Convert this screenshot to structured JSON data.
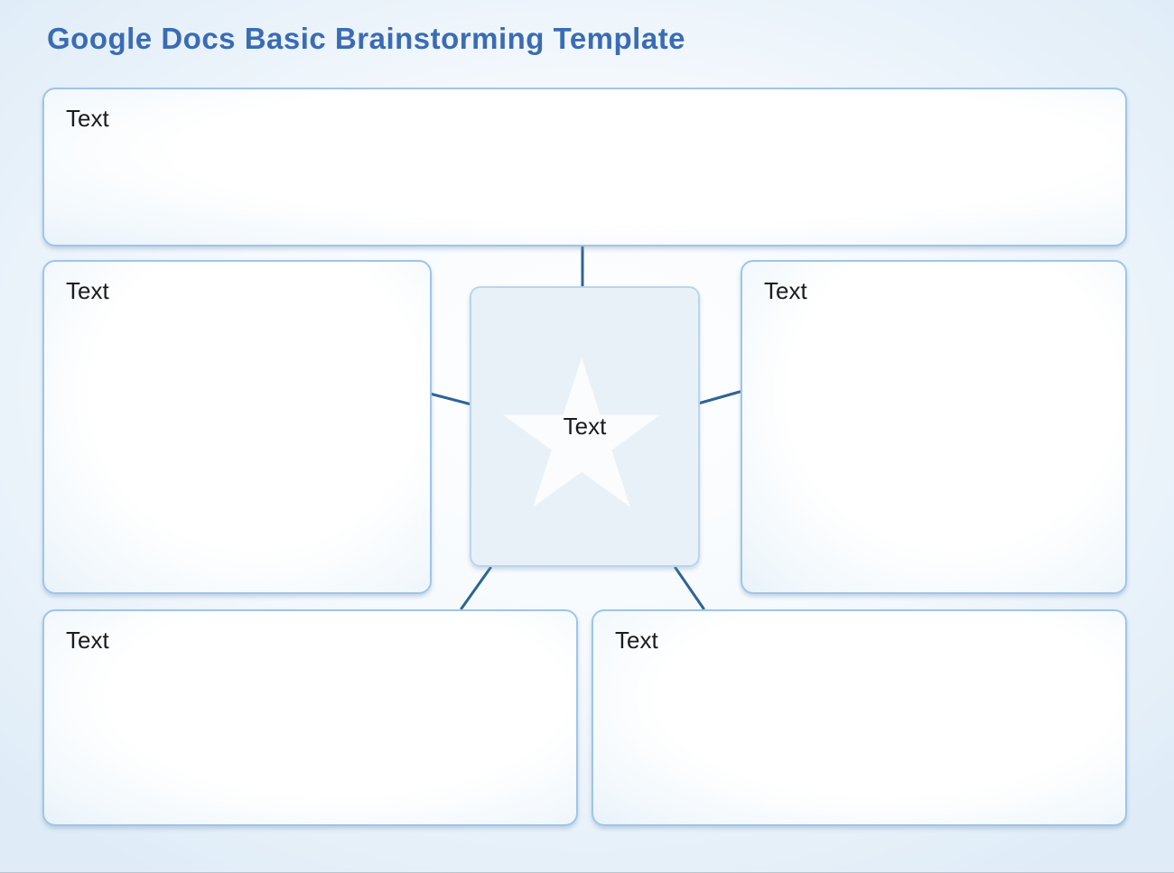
{
  "title": "Google Docs Basic Brainstorming Template",
  "colors": {
    "title": "#3a6cb4",
    "node_border": "#9fc5e8",
    "center_fill": "#e9f1f8",
    "connector": "#2e6394",
    "background_edge": "#dfecf7",
    "star": "#fbfdfe"
  },
  "diagram": {
    "center": {
      "label": "Text"
    },
    "nodes": [
      {
        "id": "top",
        "label": "Text"
      },
      {
        "id": "left",
        "label": "Text"
      },
      {
        "id": "right",
        "label": "Text"
      },
      {
        "id": "bottom-left",
        "label": "Text"
      },
      {
        "id": "bottom-right",
        "label": "Text"
      }
    ]
  }
}
